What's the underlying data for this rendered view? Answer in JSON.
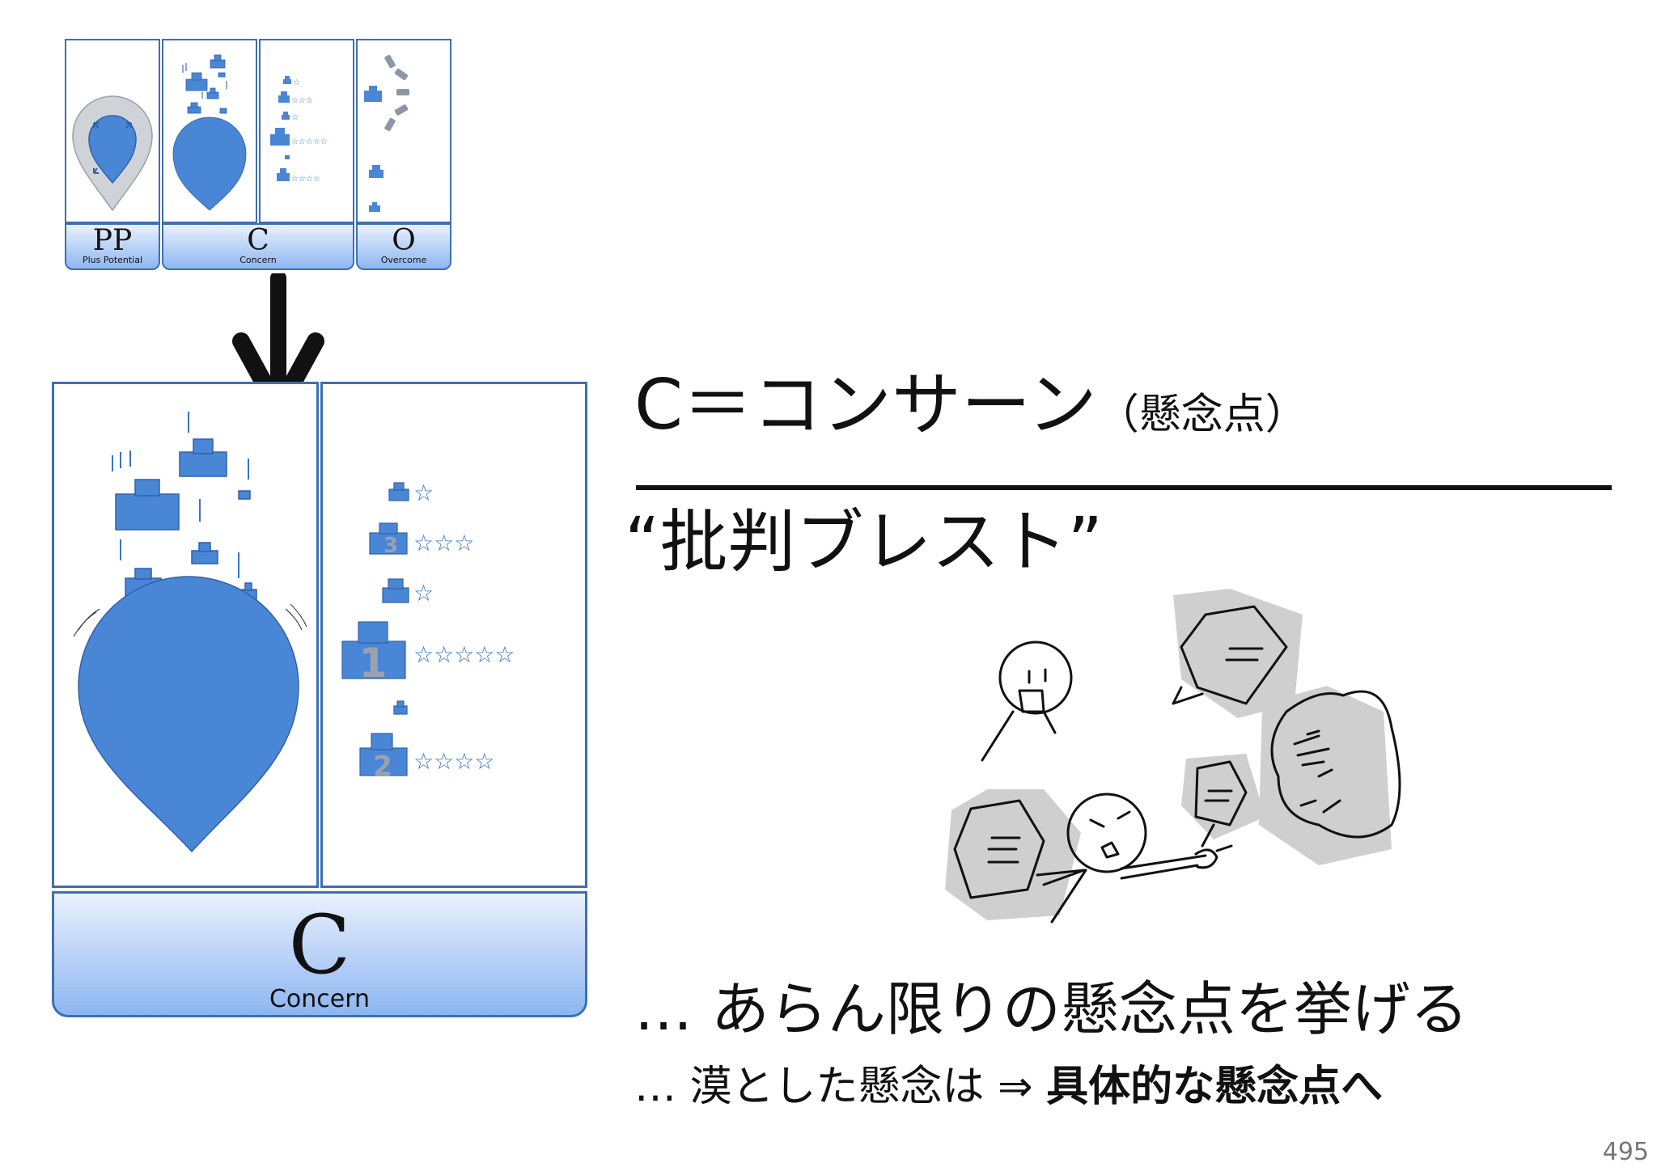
{
  "mini_framework": {
    "sections": [
      {
        "letter": "PP",
        "caption": "Plus Potential"
      },
      {
        "letter": "C",
        "caption": "Concern"
      },
      {
        "letter": "O",
        "caption": "Overcome"
      }
    ]
  },
  "main_framework": {
    "letter": "C",
    "caption": "Concern",
    "ranks": [
      "3",
      "1",
      "2"
    ]
  },
  "slide": {
    "title": "C＝コンサーン",
    "title_note": "（懸念点）",
    "subtitle": "“批判ブレスト”",
    "bullets": [
      {
        "prefix": "… ",
        "text": "あらん限りの懸念点を挙げる",
        "emphasis": ""
      },
      {
        "prefix": "… ",
        "text": "漠とした懸念は ⇒ ",
        "emphasis": "具体的な懸念点へ"
      }
    ],
    "page_number": "495"
  },
  "colors": {
    "accent": "#4a86d6",
    "border": "#3e6fb0",
    "gray_ring": "#cfd3d8",
    "text": "#111111"
  },
  "icons": [
    "down-arrow-icon",
    "teardrop-icon",
    "podium-icon",
    "star-icon",
    "cycle-arrows-icon",
    "brainstorm-people-illustration"
  ]
}
